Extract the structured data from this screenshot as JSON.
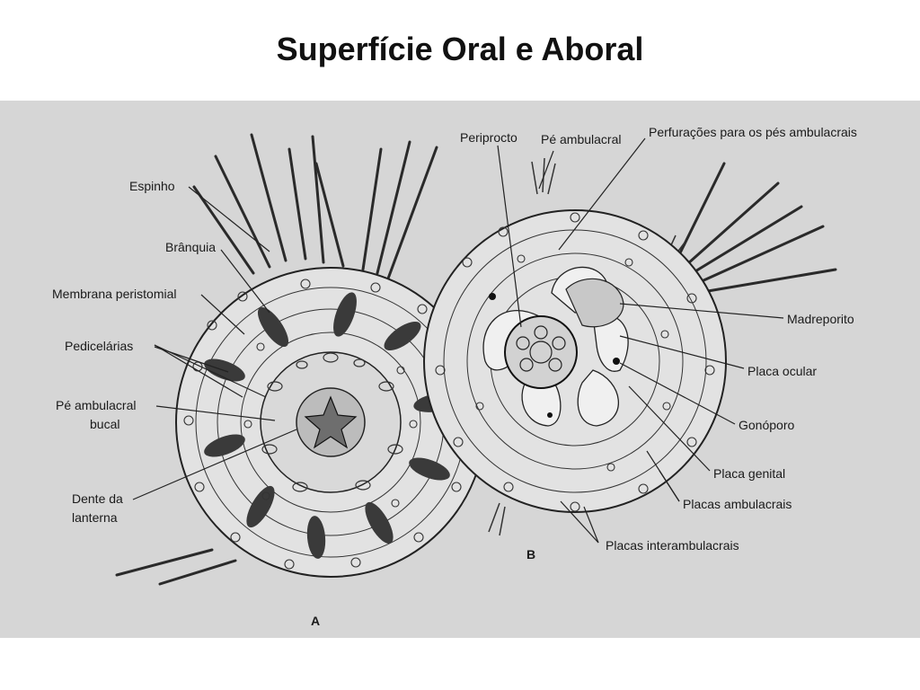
{
  "slide": {
    "title": "Superfície Oral e Aboral"
  },
  "diagram": {
    "panel_a": {
      "letter": "A"
    },
    "panel_b": {
      "letter": "B"
    },
    "labels_a": {
      "espinho": "Espinho",
      "branquia": "Brânquia",
      "membrana": "Membrana peristomial",
      "pedicelarias": "Pedicelárias",
      "pe_bucal_1": "Pé ambulacral",
      "pe_bucal_2": "bucal",
      "dente_1": "Dente da",
      "dente_2": "lanterna"
    },
    "labels_b": {
      "periprocto": "Periprocto",
      "pe_ambulacral": "Pé ambulacral",
      "perfuracoes": "Perfurações para os pés ambulacrais",
      "madreporito": "Madreporito",
      "placa_ocular": "Placa ocular",
      "gonoporo": "Gonóporo",
      "placa_genital": "Placa genital",
      "placas_ambulacrais": "Placas ambulacrais",
      "placas_interambulacrais": "Placas interambulacrais"
    }
  },
  "colors": {
    "background": "#ffffff",
    "panel": "#d6d6d6",
    "ink": "#1a1a1a",
    "test_fill": "#e4e4e4"
  }
}
